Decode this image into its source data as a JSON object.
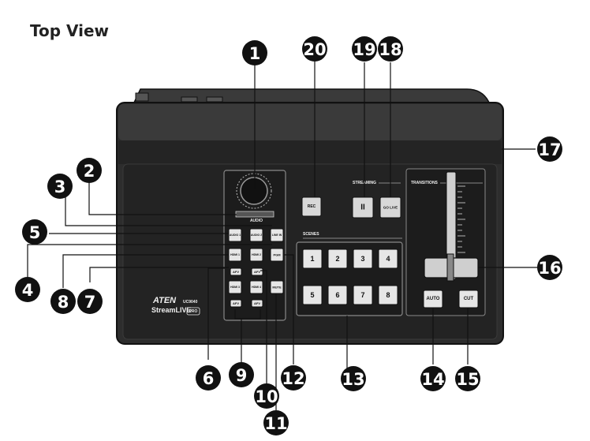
{
  "title": "Top View",
  "callouts": [
    "1",
    "2",
    "3",
    "4",
    "5",
    "6",
    "7",
    "8",
    "9",
    "10",
    "11",
    "12",
    "13",
    "14",
    "15",
    "16",
    "17",
    "18",
    "19",
    "20"
  ],
  "device": {
    "brand": "ATEN",
    "model": "UC9040",
    "product": "StreamLIVE",
    "product_suffix": "PRO",
    "audio_label": "AUDIO",
    "streaming_label": "STREAMING",
    "transitions_label": "TRANSITIONS",
    "scenes_label": "SCENES",
    "audio_buttons": [
      "AUDIO 1",
      "AUDIO 2",
      "LINE IN"
    ],
    "hdmi_buttons": [
      "HDMI 1",
      "HDMI 2"
    ],
    "pgm_label": "PGM",
    "hdmi_buttons_lower": [
      "HDMI 3",
      "HDMI 4"
    ],
    "afv_label": "AFV",
    "mute_label": "MUTE",
    "rec_label": "REC",
    "pause_label": "II",
    "golive_label": "GO LIVE",
    "scene_buttons": [
      "1",
      "2",
      "3",
      "4",
      "5",
      "6",
      "7",
      "8"
    ],
    "auto_label": "AUTO",
    "cut_label": "CUT"
  }
}
